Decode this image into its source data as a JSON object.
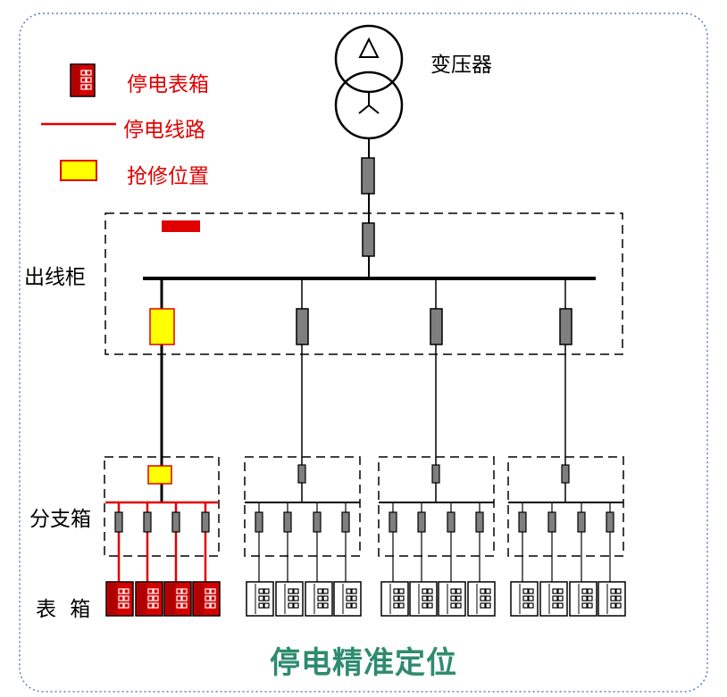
{
  "labels": {
    "transformer": "变压器",
    "outgoing_cabinet": "出线柜",
    "branch_box": "分支箱",
    "meter_box": "表 箱"
  },
  "legend": {
    "outage_meter_box": "停电表箱",
    "outage_line": "停电线路",
    "repair_location": "抢修位置"
  },
  "title": "停电精准定位",
  "colors": {
    "outage": "#e00000",
    "repair": "#ffff00",
    "title": "#2e8b6e",
    "fuse": "#7f7f7f",
    "border": "#5b7fbf"
  }
}
